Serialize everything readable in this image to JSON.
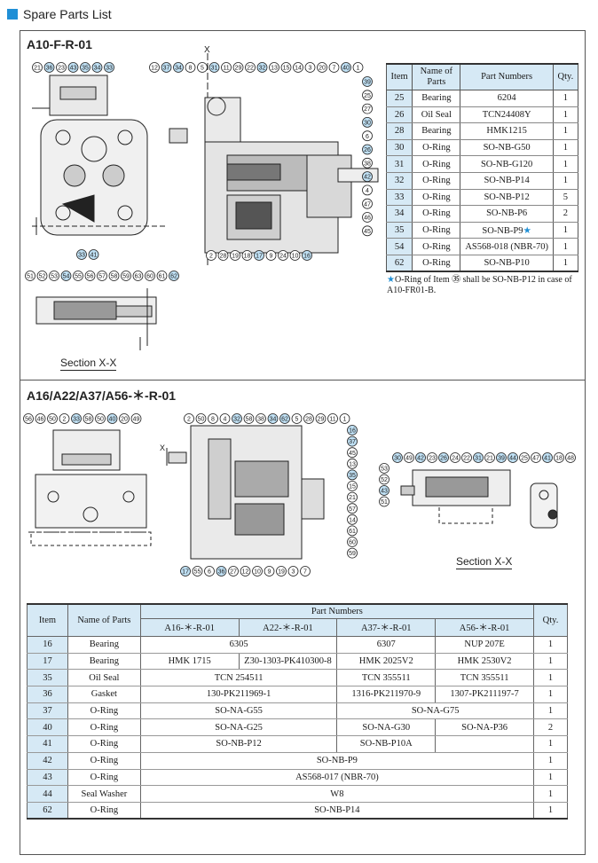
{
  "page": {
    "title": "Spare Parts List"
  },
  "section1": {
    "title": "A10-F-R-01",
    "view_label": "X",
    "caption": "Section X-X",
    "balloons_top_left": [
      "21",
      "36",
      "23",
      "43",
      "35",
      "34",
      "33"
    ],
    "balloons_top_mid": [
      "12",
      "37",
      "34",
      "8",
      "5",
      "31",
      "11",
      "29",
      "22",
      "32",
      "13",
      "15",
      "14",
      "3",
      "20",
      "7",
      "40",
      "1"
    ],
    "balloons_right": [
      "39",
      "25",
      "27",
      "30",
      "6",
      "26",
      "38",
      "42",
      "4",
      "47",
      "46",
      "45"
    ],
    "balloons_bottom": [
      "2",
      "28",
      "19",
      "18",
      "17",
      "9",
      "24",
      "10",
      "16"
    ],
    "balloons_bottom_left": [
      "33",
      "41"
    ],
    "balloons_section": [
      "51",
      "52",
      "53",
      "54",
      "55",
      "56",
      "57",
      "58",
      "59",
      "63",
      "60",
      "61",
      "62"
    ]
  },
  "table1": {
    "headers": {
      "item": "Item",
      "name": "Name of Parts",
      "part": "Part Numbers",
      "qty": "Qty."
    },
    "rows": [
      {
        "item": "25",
        "name": "Bearing",
        "part": "6204",
        "qty": "1"
      },
      {
        "item": "26",
        "name": "Oil Seal",
        "part": "TCN24408Y",
        "qty": "1"
      },
      {
        "item": "28",
        "name": "Bearing",
        "part": "HMK1215",
        "qty": "1"
      },
      {
        "item": "30",
        "name": "O-Ring",
        "part": "SO-NB-G50",
        "qty": "1"
      },
      {
        "item": "31",
        "name": "O-Ring",
        "part": "SO-NB-G120",
        "qty": "1"
      },
      {
        "item": "32",
        "name": "O-Ring",
        "part": "SO-NB-P14",
        "qty": "1"
      },
      {
        "item": "33",
        "name": "O-Ring",
        "part": "SO-NB-P12",
        "qty": "5"
      },
      {
        "item": "34",
        "name": "O-Ring",
        "part": "SO-NB-P6",
        "qty": "2"
      },
      {
        "item": "35",
        "name": "O-Ring",
        "part": "SO-NB-P9",
        "part_mark": "★",
        "qty": "1"
      },
      {
        "item": "54",
        "name": "O-Ring",
        "part": "AS568-018 (NBR-70)",
        "qty": "1"
      },
      {
        "item": "62",
        "name": "O-Ring",
        "part": "SO-NB-P10",
        "qty": "1"
      }
    ],
    "note_mark": "★",
    "note": "O-Ring of Item ㉟ shall be SO-NB-P12 in case of A10-FR01-B."
  },
  "section2": {
    "title": "A16/A22/A37/A56-＊-R-01",
    "view_label": "X",
    "caption": "Section X-X",
    "balloons_left": [
      "56",
      "46",
      "50",
      "2",
      "33",
      "58",
      "50",
      "40",
      "20",
      "49"
    ],
    "balloons_mid_top": [
      "2",
      "50",
      "8",
      "4",
      "32",
      "58",
      "38",
      "34",
      "62",
      "5",
      "28",
      "29",
      "11",
      "1"
    ],
    "balloons_mid_right": [
      "16",
      "37",
      "45",
      "13",
      "35",
      "15",
      "21",
      "57",
      "14",
      "61",
      "60",
      "59"
    ],
    "balloons_mid_bottom": [
      "17",
      "55",
      "6",
      "36",
      "27",
      "12",
      "10",
      "9",
      "19",
      "3",
      "7"
    ],
    "balloons_right_top": [
      "30",
      "49",
      "42",
      "23",
      "26",
      "24",
      "22",
      "31",
      "21",
      "39",
      "44",
      "25",
      "47",
      "41",
      "18",
      "48"
    ],
    "balloons_right_left": [
      "53",
      "52",
      "43",
      "51"
    ]
  },
  "table2": {
    "headers": {
      "item": "Item",
      "name": "Name of Parts",
      "part": "Part Numbers",
      "qty": "Qty.",
      "models": [
        "A16-＊-R-01",
        "A22-＊-R-01",
        "A37-＊-R-01",
        "A56-＊-R-01"
      ]
    },
    "rows": [
      {
        "item": "16",
        "name": "Bearing",
        "cells": [
          {
            "t": "6305",
            "span": 2
          },
          {
            "t": "6307",
            "span": 1
          },
          {
            "t": "NUP 207E",
            "span": 1
          }
        ],
        "qty": "1"
      },
      {
        "item": "17",
        "name": "Bearing",
        "cells": [
          {
            "t": "HMK 1715",
            "span": 1
          },
          {
            "t": "Z30-1303-PK410300-8",
            "span": 1
          },
          {
            "t": "HMK 2025V2",
            "span": 1
          },
          {
            "t": "HMK 2530V2",
            "span": 1
          }
        ],
        "qty": "1"
      },
      {
        "item": "35",
        "name": "Oil Seal",
        "cells": [
          {
            "t": "TCN 254511",
            "span": 2
          },
          {
            "t": "TCN 355511",
            "span": 1
          },
          {
            "t": "TCN 355511",
            "span": 1
          }
        ],
        "qty": "1"
      },
      {
        "item": "36",
        "name": "Gasket",
        "cells": [
          {
            "t": "130-PK211969-1",
            "span": 2
          },
          {
            "t": "1316-PK211970-9",
            "span": 1
          },
          {
            "t": "1307-PK211197-7",
            "span": 1
          }
        ],
        "qty": "1"
      },
      {
        "item": "37",
        "name": "O-Ring",
        "cells": [
          {
            "t": "SO-NA-G55",
            "span": 2
          },
          {
            "t": "SO-NA-G75",
            "span": 2
          }
        ],
        "qty": "1"
      },
      {
        "item": "40",
        "name": "O-Ring",
        "cells": [
          {
            "t": "SO-NA-G25",
            "span": 2
          },
          {
            "t": "SO-NA-G30",
            "span": 1
          },
          {
            "t": "SO-NA-P36",
            "span": 1
          }
        ],
        "qty": "2"
      },
      {
        "item": "41",
        "name": "O-Ring",
        "cells": [
          {
            "t": "SO-NB-P12",
            "span": 2
          },
          {
            "t": "SO-NB-P10A",
            "span": 1
          },
          {
            "t": "",
            "span": 1
          }
        ],
        "qty": "1"
      },
      {
        "item": "42",
        "name": "O-Ring",
        "cells": [
          {
            "t": "SO-NB-P9",
            "span": 4
          }
        ],
        "qty": "1"
      },
      {
        "item": "43",
        "name": "O-Ring",
        "cells": [
          {
            "t": "AS568-017 (NBR-70)",
            "span": 4
          }
        ],
        "qty": "1"
      },
      {
        "item": "44",
        "name": "Seal Washer",
        "cells": [
          {
            "t": "W8",
            "span": 4
          }
        ],
        "qty": "1"
      },
      {
        "item": "62",
        "name": "O-Ring",
        "cells": [
          {
            "t": "SO-NB-P14",
            "span": 4
          }
        ],
        "qty": "1"
      }
    ]
  },
  "colors": {
    "accent": "#1f8fd6",
    "header_fill": "#d6e9f5",
    "balloon_fill": "#bfe0f4"
  }
}
